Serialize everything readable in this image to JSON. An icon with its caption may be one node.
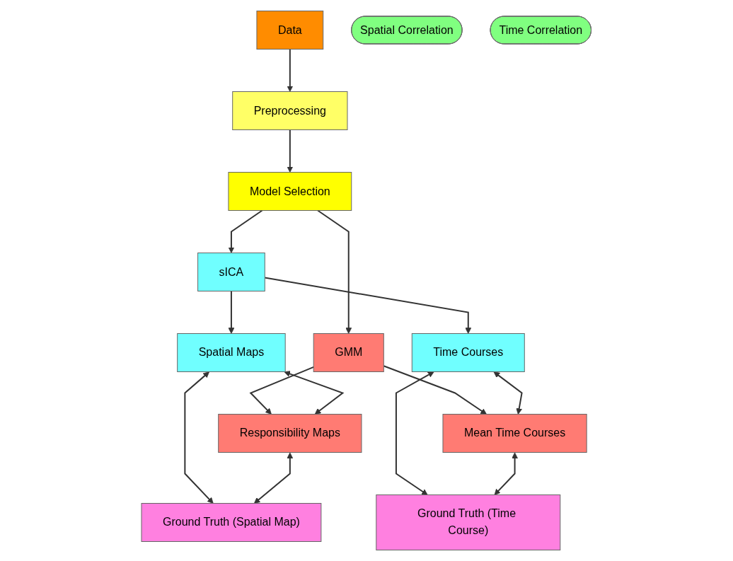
{
  "diagram": {
    "nodes": [
      {
        "text": [
          "Data"
        ]
      },
      {
        "text": [
          "Preprocessing"
        ]
      },
      {
        "text": [
          "Model Selection"
        ]
      },
      {
        "text": [
          "sICA"
        ]
      },
      {
        "text": [
          "GMM"
        ]
      },
      {
        "text": [
          "Spatial Maps"
        ]
      },
      {
        "text": [
          "Responsibility Maps"
        ]
      },
      {
        "text": [
          "Time Courses"
        ]
      },
      {
        "text": [
          "Mean Time Courses"
        ]
      },
      {
        "text": [
          "Spatial Correlation"
        ]
      },
      {
        "text": [
          "Time Correlation"
        ]
      },
      {
        "text": [
          "Ground Truth (Spatial Map)"
        ]
      },
      {
        "text": [
          "Ground Truth (Time Course)"
        ]
      }
    ],
    "edges": [
      {
        "from": 0,
        "to": 1,
        "arrow": "to"
      },
      {
        "from": 1,
        "to": 2,
        "arrow": "to"
      },
      {
        "from": 2,
        "to": 3,
        "arrow": "to"
      },
      {
        "from": 2,
        "to": 4,
        "arrow": "to"
      },
      {
        "from": 3,
        "to": 5,
        "arrow": "to"
      },
      {
        "from": 3,
        "to": 7,
        "arrow": "to"
      },
      {
        "from": 4,
        "to": 6,
        "arrow": "to"
      },
      {
        "from": 4,
        "to": 8,
        "arrow": "to"
      },
      {
        "from": 5,
        "to": 6,
        "arrow": "both"
      },
      {
        "from": 7,
        "to": 8,
        "arrow": "both"
      },
      {
        "from": 5,
        "to": 11,
        "arrow": "both"
      },
      {
        "from": 6,
        "to": 11,
        "arrow": "both"
      },
      {
        "from": 7,
        "to": 12,
        "arrow": "both"
      },
      {
        "from": 8,
        "to": 12,
        "arrow": "both"
      }
    ]
  }
}
